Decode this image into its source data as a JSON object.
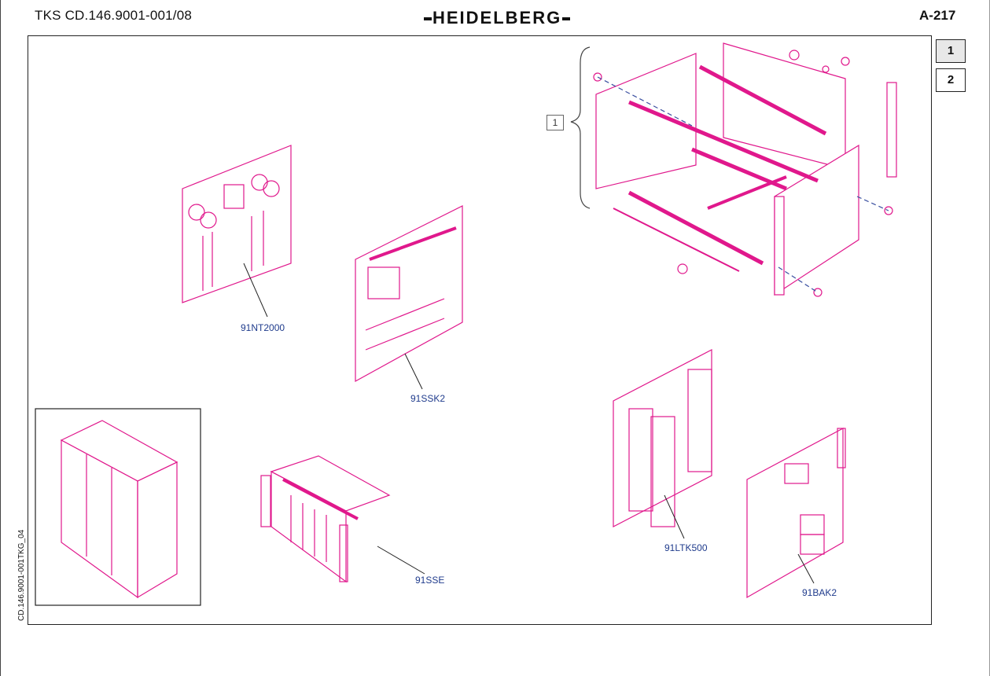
{
  "header": {
    "doc_id": "TKS CD.146.9001-001/08",
    "brand": "HEIDELBERG",
    "page_number": "A-217"
  },
  "tabs": [
    "1",
    "2"
  ],
  "side_reference": "CD.146.9001-001TKG_04",
  "callout": "1",
  "parts": {
    "nt2000": "91NT2000",
    "ssk2": "91SSK2",
    "sse": "91SSE",
    "ltk500": "91LTK500",
    "bak2": "91BAK2"
  },
  "colors": {
    "outline": "#e0188c",
    "label": "#1f3b8c",
    "line": "#222222"
  }
}
